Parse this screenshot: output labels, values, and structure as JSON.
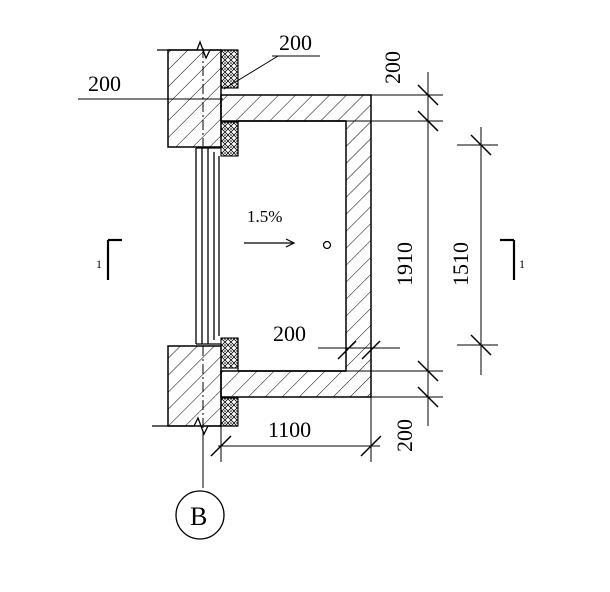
{
  "colors": {
    "line": "#000000",
    "background": "#ffffff",
    "hatch": "#000000"
  },
  "dimensions": {
    "wall_top_label": "200",
    "wall_left_label": "200",
    "right_top_label": "200",
    "overall_height_label": "1910",
    "inner_height_label": "1510",
    "inner_wall_label": "200",
    "right_bottom_label": "200",
    "width_label": "1100"
  },
  "annotations": {
    "slope_label": "1.5%",
    "section_left_label": "1",
    "section_right_label": "1",
    "axis_label": "B"
  },
  "icons": {
    "arrow": "arrow-right-icon",
    "drain": "drain-circle-icon",
    "axis_bubble": "axis-circle-icon",
    "section_mark": "section-mark-icon"
  }
}
